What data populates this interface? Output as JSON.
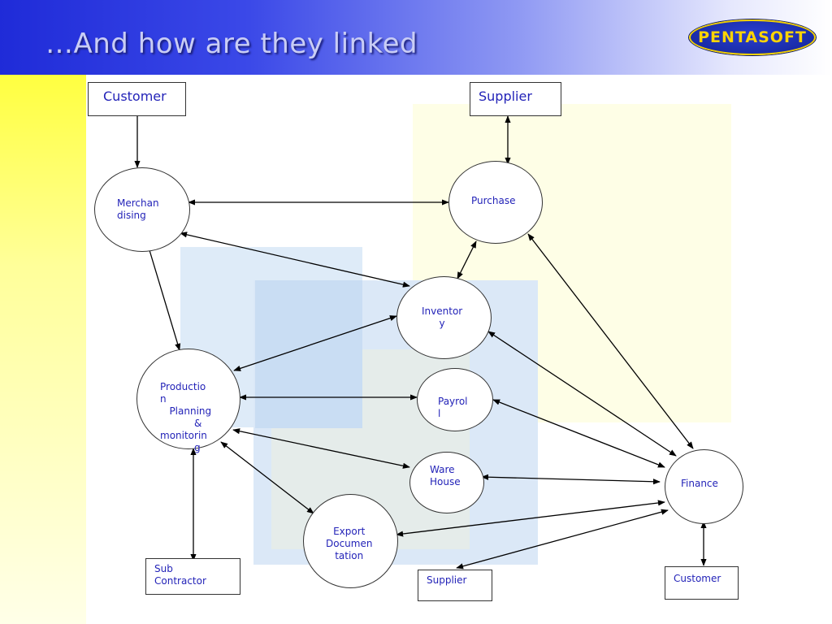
{
  "header": {
    "title": "…And how are they linked",
    "logo_text": "PENTASOFT"
  },
  "diagram": {
    "nodes": {
      "customer_top": "Customer",
      "supplier_top": "Supplier",
      "merchandising": "Merchan\ndising",
      "purchase": "Purchase",
      "inventory": "Inventor\ny",
      "production": "Productio\nn\n   Planning\n           &\nmonitorin\n           g",
      "payroll": "Payrol\nl",
      "warehouse": "Ware\nHouse",
      "export": "Export\nDocumen\ntation",
      "finance": "Finance",
      "sub_contractor": "Sub\nContractor",
      "supplier_bottom": "Supplier",
      "customer_bottom": "Customer"
    },
    "colors": {
      "text": "#2323b8",
      "line": "#000000",
      "header_start": "#1f2bd8"
    }
  }
}
